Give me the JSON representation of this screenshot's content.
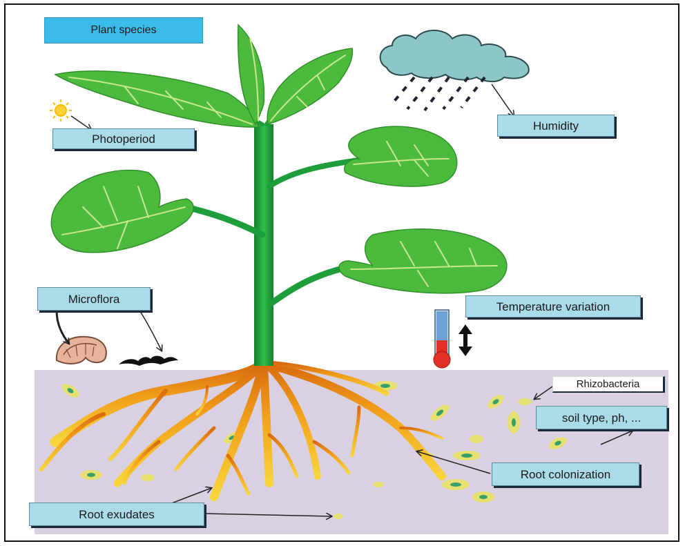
{
  "labels": {
    "plant_species": "Plant species",
    "photoperiod": "Photoperiod",
    "humidity": "Humidity",
    "microflora": "Microflora",
    "temperature_variation": "Temperature variation",
    "rhizobacteria": "Rhizobacteria",
    "soil_type": "soil type, ph, ...",
    "root_colonization": "Root colonization",
    "root_exudates": "Root exudates"
  },
  "colors": {
    "label_fill": "#a9dbe8",
    "title_fill": "#3bbbe8",
    "soil": "#d9d0e2",
    "stem": "#1e9e3a",
    "leaf": "#4cbb3d",
    "root": "#f2b21c",
    "cloud": "#8cc6c6"
  }
}
